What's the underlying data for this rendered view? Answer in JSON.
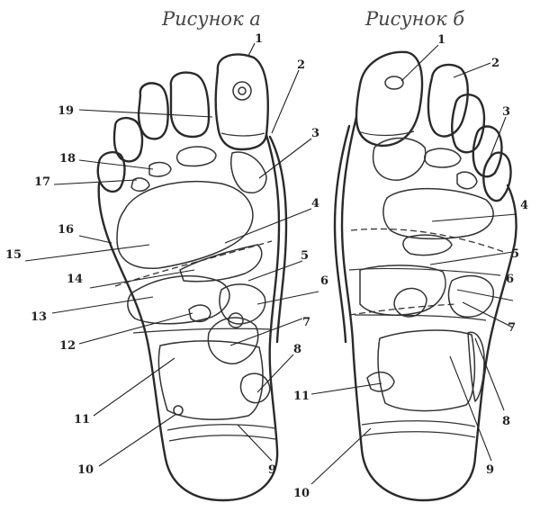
{
  "diagram_a": {
    "title": "Рисунок а",
    "labels": [
      "1",
      "2",
      "3",
      "4",
      "5",
      "6",
      "7",
      "8",
      "9",
      "10",
      "11",
      "12",
      "13",
      "14",
      "15",
      "16",
      "17",
      "18",
      "19"
    ]
  },
  "diagram_b": {
    "title": "Рисунок б",
    "labels": [
      "1",
      "2",
      "3",
      "4",
      "5",
      "6",
      "7",
      "8",
      "9",
      "10",
      "11"
    ]
  }
}
